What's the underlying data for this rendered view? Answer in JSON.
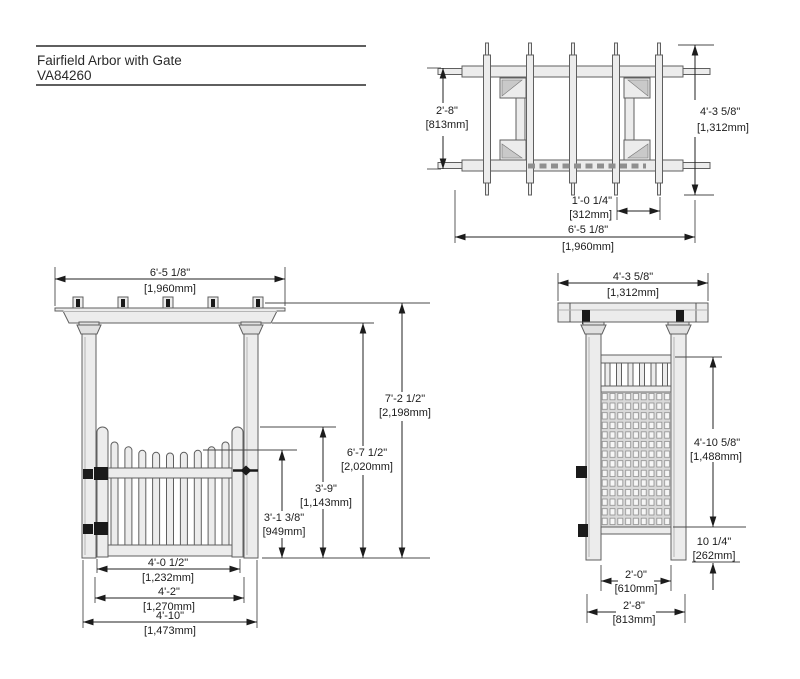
{
  "title": {
    "product": "Fairfield Arbor with Gate",
    "sku": "VA84260"
  },
  "top_view": {
    "depth_ft": "2'-8\"",
    "depth_mm": "[813mm]",
    "rafter_len_ft": "4'-3 5/8\"",
    "rafter_len_mm": "[1,312mm]",
    "spacing_ft": "1'-0 1/4\"",
    "spacing_mm": "[312mm]",
    "width_ft": "6'-5 1/8\"",
    "width_mm": "[1,960mm]"
  },
  "front_view": {
    "width_ft": "6'-5 1/8\"",
    "width_mm": "[1,960mm]",
    "height_ft": "7'-2 1/2\"",
    "height_mm": "[2,198mm]",
    "clear_ft": "6'-7 1/2\"",
    "clear_mm": "[2,020mm]",
    "gate_ft": "3'-9\"",
    "gate_mm": "[1,143mm]",
    "picket_ft": "3'-1 3/8\"",
    "picket_mm": "[949mm]",
    "gatew_ft": "4'-0 1/2\"",
    "gatew_mm": "[1,232mm]",
    "open_ft": "4'-2\"",
    "open_mm": "[1,270mm]",
    "outw_ft": "4'-10\"",
    "outw_mm": "[1,473mm]"
  },
  "side_view": {
    "depth_ft": "4'-3 5/8\"",
    "depth_mm": "[1,312mm]",
    "panel_ft": "4'-10 5/8\"",
    "panel_mm": "[1,488mm]",
    "clear_ft": "10 1/4\"",
    "clear_mm": "[262mm]",
    "inner_ft": "2'-0\"",
    "inner_mm": "[610mm]",
    "outer_ft": "2'-8\"",
    "outer_mm": "[813mm]"
  }
}
